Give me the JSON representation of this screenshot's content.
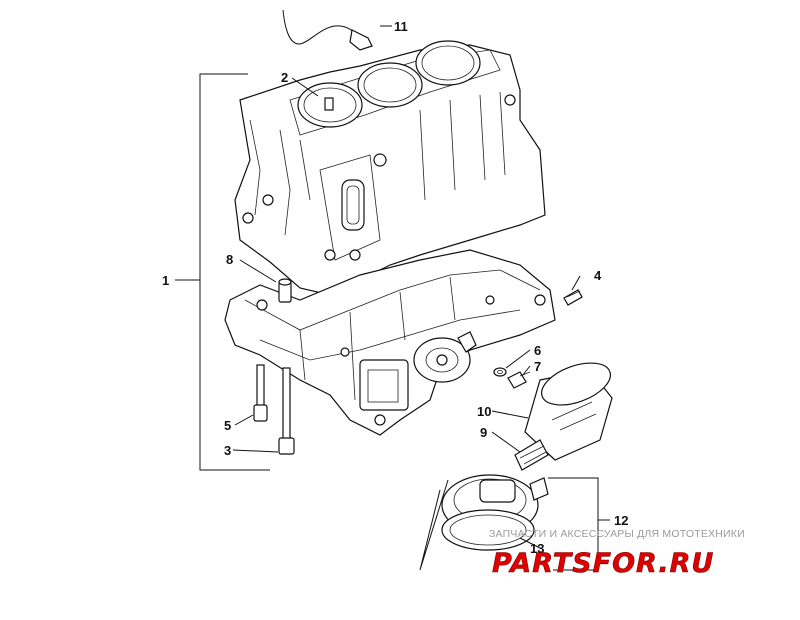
{
  "callouts": {
    "c1": "1",
    "c2": "2",
    "c3": "3",
    "c4": "4",
    "c5": "5",
    "c6": "6",
    "c7": "7",
    "c8": "8",
    "c9": "9",
    "c10": "10",
    "c11": "11",
    "c12": "12",
    "c13": "13"
  },
  "watermark": {
    "tagline": "ЗАПЧАСТИ И АКСЕССУАРЫ ДЛЯ МОТОТЕХНИКИ",
    "logo": "PARTSFOR.RU",
    "logo_color": "#e00000"
  }
}
